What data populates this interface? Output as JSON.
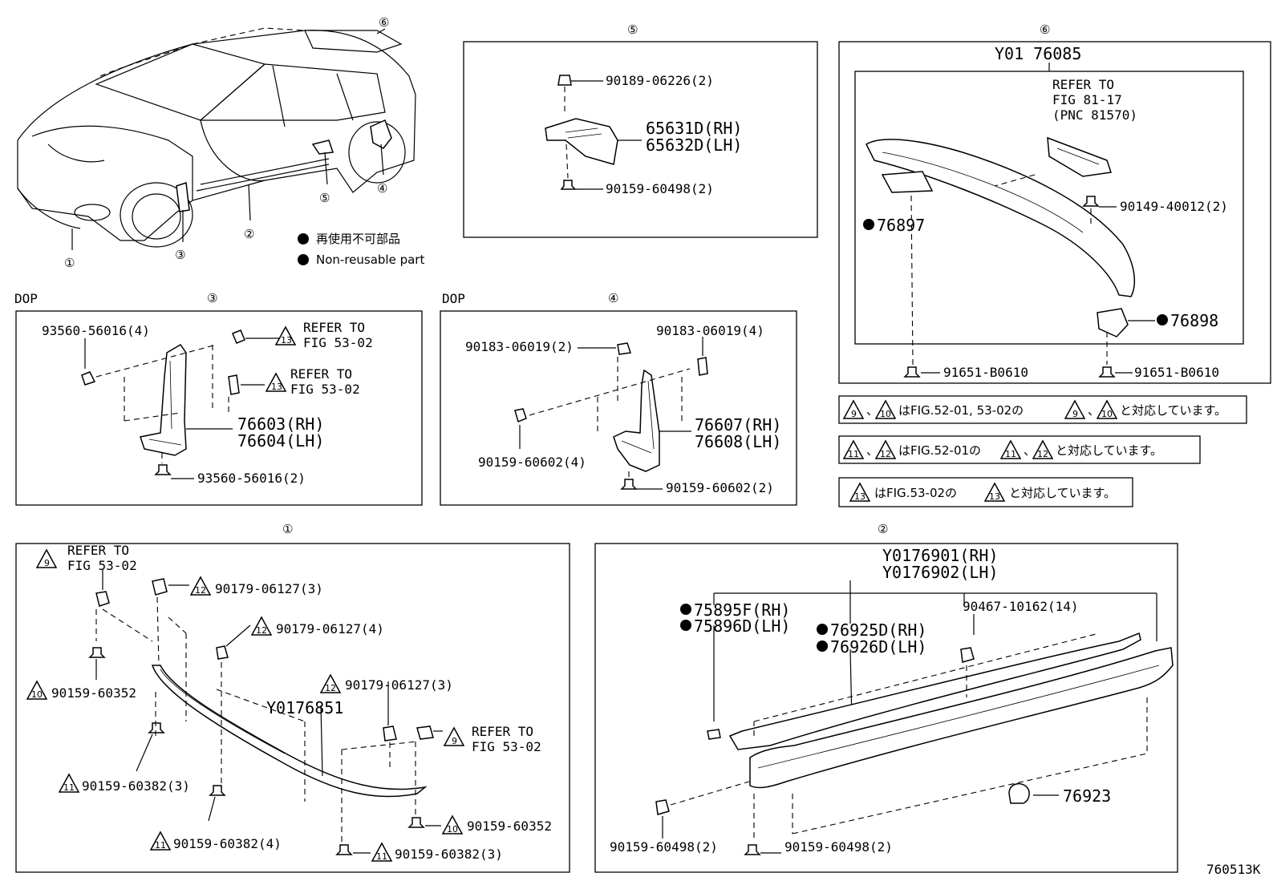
{
  "footer_code": "760513K",
  "legend": {
    "non_reusable_jp": "再使用不可部品",
    "non_reusable_en": "Non-reusable part"
  },
  "overview": {
    "callouts": [
      "①",
      "②",
      "③",
      "④",
      "⑤",
      "⑥"
    ]
  },
  "panel5": {
    "label": "⑤",
    "parts": [
      "90189-06226(2)",
      "65631D(RH)",
      "65632D(LH)",
      "90159-60498(2)"
    ]
  },
  "panel6": {
    "label": "⑥",
    "assembly": "Y01 76085",
    "refer": [
      "REFER TO",
      "FIG 81-17",
      "(PNC 81570)"
    ],
    "parts": [
      "90149-40012(2)",
      "76897",
      "76898",
      "91651-B0610",
      "91651-B0610"
    ]
  },
  "panel3": {
    "tag": "DOP",
    "label": "③",
    "triangle": "13",
    "refer_a": [
      "REFER TO",
      "FIG 53-02"
    ],
    "refer_b": [
      "REFER TO",
      "FIG 53-02"
    ],
    "parts": [
      "93560-56016(4)",
      "76603(RH)",
      "76604(LH)",
      "93560-56016(2)"
    ]
  },
  "panel4": {
    "tag": "DOP",
    "label": "④",
    "parts": [
      "90183-06019(4)",
      "90183-06019(2)",
      "76607(RH)",
      "76608(LH)",
      "90159-60602(4)",
      "90159-60602(2)"
    ]
  },
  "notes": [
    {
      "t1": "9",
      "t2": "10",
      "mid": "はFIG.52-01, 53-02の",
      "t3": "9",
      "t4": "10",
      "end": "と対応しています。",
      "sep": "、"
    },
    {
      "t1": "11",
      "t2": "12",
      "mid": "はFIG.52-01の",
      "t3": "11",
      "t4": "12",
      "end": "と対応しています。",
      "sep": "、"
    },
    {
      "t1": "13",
      "mid": "はFIG.53-02の",
      "t3": "13",
      "end": "と対応しています。"
    }
  ],
  "panel1": {
    "label": "①",
    "assembly": "Y0176851",
    "refer_a": [
      "REFER TO",
      "FIG 53-02"
    ],
    "refer_b": [
      "REFER TO",
      "FIG 53-02"
    ],
    "parts": [
      {
        "tri": "12",
        "pn": "90179-06127(3)"
      },
      {
        "tri": "12",
        "pn": "90179-06127(4)"
      },
      {
        "tri": "10",
        "pn": "90159-60352"
      },
      {
        "tri": "12",
        "pn": "90179-06127(3)"
      },
      {
        "tri": "11",
        "pn": "90159-60382(3)"
      },
      {
        "tri": "11",
        "pn": "90159-60382(4)"
      },
      {
        "tri": "10",
        "pn": "90159-60352"
      },
      {
        "tri": "11",
        "pn": "90159-60382(3)"
      }
    ],
    "tri_refer_a": "9",
    "tri_refer_b": "9"
  },
  "panel2": {
    "label": "②",
    "assembly": [
      "Y0176901(RH)",
      "Y0176902(LH)"
    ],
    "parts": [
      "75895F(RH)",
      "75896D(LH)",
      "76925D(RH)",
      "76926D(LH)",
      "90467-10162(14)",
      "76923",
      "90159-60498(2)",
      "90159-60498(2)"
    ]
  }
}
